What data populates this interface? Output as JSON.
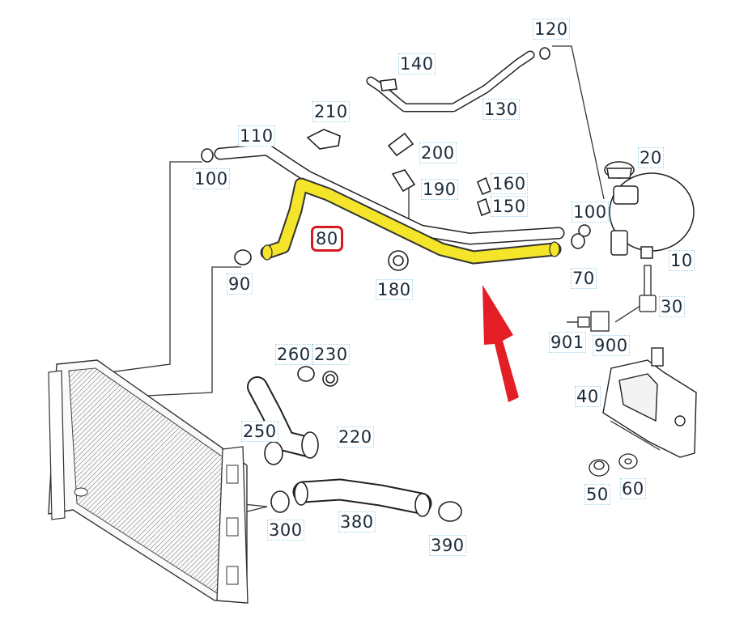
{
  "diagram": {
    "highlight_color": "#f5e52a",
    "highlight_label_color": "#d71920",
    "arrow_color": "#e31e24",
    "highlighted_part": "80",
    "labels": {
      "p10": "10",
      "p20": "20",
      "p30": "30",
      "p40": "40",
      "p50": "50",
      "p60": "60",
      "p70": "70",
      "p80": "80",
      "p90": "90",
      "p100a": "100",
      "p100b": "100",
      "p110": "110",
      "p120": "120",
      "p130": "130",
      "p140": "140",
      "p150": "150",
      "p160": "160",
      "p180": "180",
      "p190": "190",
      "p200": "200",
      "p210": "210",
      "p220": "220",
      "p230": "230",
      "p250": "250",
      "p260": "260",
      "p300": "300",
      "p380": "380",
      "p390": "390",
      "p900": "900",
      "p901": "901"
    }
  }
}
